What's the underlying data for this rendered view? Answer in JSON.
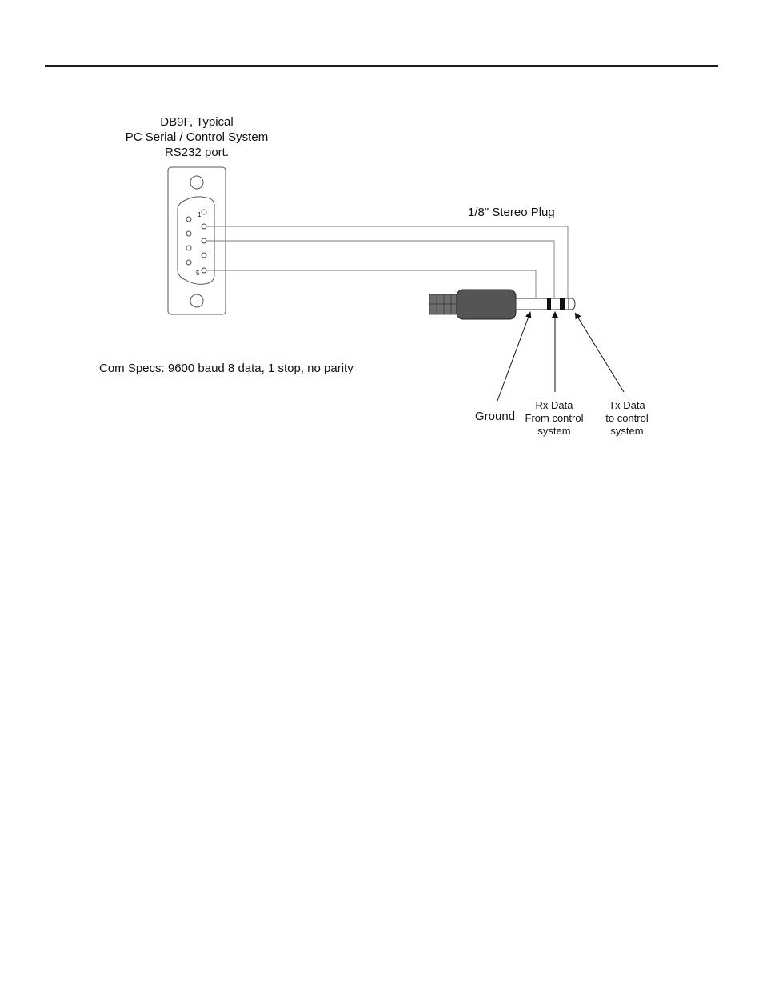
{
  "connector": {
    "title_lines": [
      "DB9F, Typical",
      "PC Serial / Control System",
      "RS232 port."
    ],
    "pin_labels": {
      "first": "1",
      "last": "5"
    }
  },
  "plug": {
    "label": "1/8\" Stereo Plug"
  },
  "com_specs": "Com Specs: 9600 baud 8 data, 1 stop, no parity",
  "callouts": {
    "ground": "Ground",
    "rx_lines": [
      "Rx Data",
      "From control",
      "system"
    ],
    "tx_lines": [
      "Tx Data",
      "to control",
      "system"
    ]
  }
}
